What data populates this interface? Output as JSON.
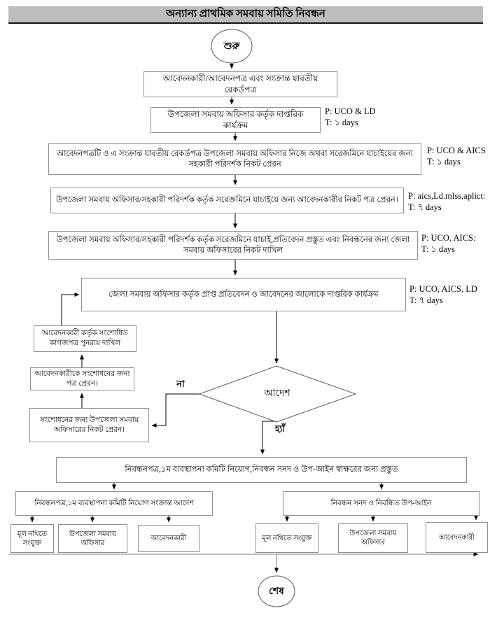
{
  "title": "অন্যান্য প্রাথমিক সমবায় সমিতি নিবন্ধন",
  "terminals": {
    "start": "শুরু",
    "end": "শেষ"
  },
  "steps": {
    "records": "আবেদনকারী/আবেদনপত্র এবং সংক্রান্ত যাবতীয় রেকর্ডপত্র",
    "upazila_action": "উপজেলা সমবায় অফিসার কর্তৃক দাপ্তরিক কার্যক্রম",
    "send_inspector": "আবেদনপত্রটি ও এ সংক্রান্ত যাবতীয় রেকর্ডপত্র উপজেলা সমবায় অফিসার নিজে অথবা সরেজমিনে যাচাইয়ের জন্য সহকারী পরিদর্শক নিকট প্রেরন",
    "letter_to_applicant": "উপজেলা সমবায় অফিসার/সহকারী পরিদর্শক কর্তৃক সরেজমিনে যাচাইয়ে জন্য আবেদনকারীর নিকট পত্র প্রেরন।",
    "verify_report": "উপজেলা সমবায় অফিসার/সহকারী পরিদর্শক কর্তৃক সরেজমিনে যাচাই,প্রতিবেদন প্রস্তুত এবং নিবন্ধনের জন্য জেলা সমবায় অফিসারের নিকট দাখিল",
    "district_action": "জেলা সমবায় অফিসার কর্তৃক প্রাপ্ত প্রতিবেদন ও আবেদনের আলোকে দাপ্তরিক কার্যক্রম",
    "resubmit_corrected": "আবেদনকারী কর্তৃক সংশোধিত কাগজপত্র পুনরায় দাখিল",
    "correction_letter": "আবেদনকারীকে সংশোধনের জন্য পত্র প্রেরন।",
    "send_for_correction": "সংশোধনের জন্য উপজেলা সমবায় অফিসারের নিকট প্রেরন।",
    "prepare_docs": "নিবন্ধনপত্র,১ম ব্যবস্থাপনা কমিটি নিয়োগ,নিবন্ধন সনদ ও উপ-আইন স্বাক্ষরের জন্য প্রস্তুত",
    "committee_order": "নিবন্ধনপত্র,১ম ব্যবস্থাপনা কমিটি নিয়োগ সংক্রান্ত আদেশ",
    "certificate_bylaws": "নিবন্ধন সনদ ও নিবন্ধিত উপ-আইন",
    "main_file": "মূল নথিতে সংযুক্ত",
    "upazila_officer": "উপজেলা সমবায় অফিসার",
    "applicant": "আবেদনকারী"
  },
  "decision": {
    "label": "আদেশ",
    "no": "না",
    "yes": "হ্যাঁ"
  },
  "annotations": {
    "a1": {
      "p": "P: UCO & LD",
      "t": "T: ১ days"
    },
    "a2": {
      "p": "P: UCO & AICS",
      "t": "T: ১ days"
    },
    "a3": {
      "p": "P: aics,Ld.mlss,aplict:",
      "t": "T: ৭ days"
    },
    "a4": {
      "p": "P: UCO, AICS:",
      "t": "T: ১ days"
    },
    "a5": {
      "p": "P: UCO, AICS, LD",
      "t": "T: ৭ days"
    }
  },
  "colors": {
    "title_bar_bg": "#bdbdbd",
    "box_border": "#909090",
    "line": "#000000",
    "gray_line": "#7a7a7a"
  }
}
